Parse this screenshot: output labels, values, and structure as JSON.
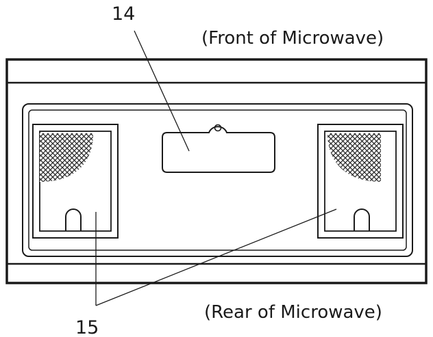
{
  "labels": {
    "callout_14": "14",
    "callout_15": "15",
    "front": "(Front of Microwave)",
    "rear": "(Rear of Microwave)"
  }
}
